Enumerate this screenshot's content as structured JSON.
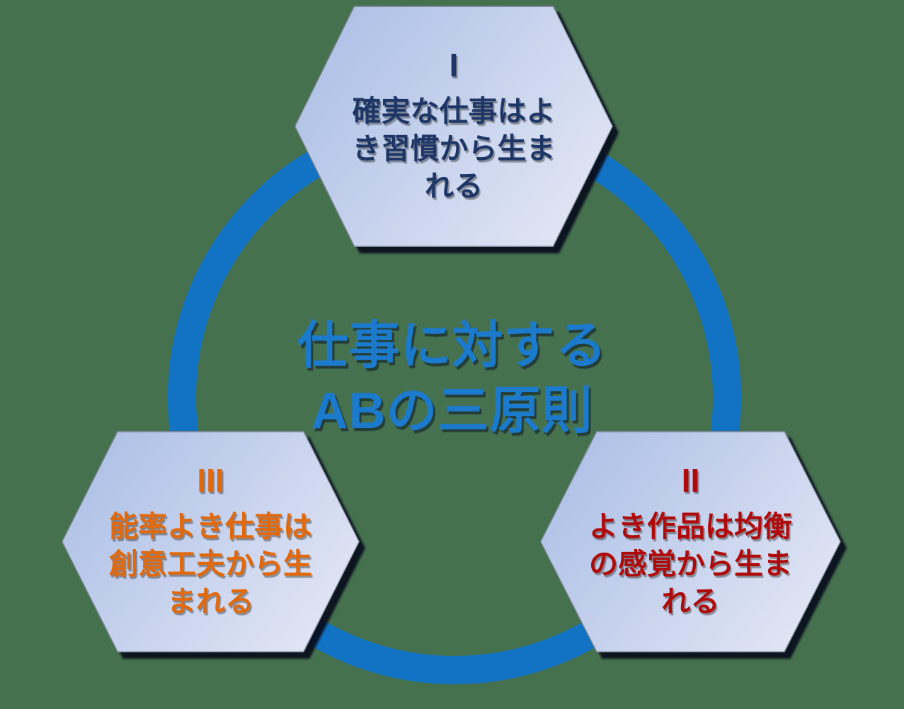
{
  "colors": {
    "background": "#46714F",
    "ring": "#1273C4",
    "title": "#1B7ACB",
    "hexagon_fill_top": "#A8BDE5",
    "hexagon_fill_bottom": "#E7EAF6",
    "hexagon_outline": "#7D8896",
    "shadow": "rgba(8,15,28,0.95)"
  },
  "title": {
    "line1": "仕事に対する",
    "line2": "ABの三原則"
  },
  "hexagons": [
    {
      "position": "top",
      "numeral": "I",
      "lines": [
        "確実な仕事はよ",
        "き習慣から生ま",
        "れる"
      ],
      "text_color": "#1E3666"
    },
    {
      "position": "right",
      "numeral": "II",
      "lines": [
        "よき作品は均衡",
        "の感覚から生ま",
        "れる"
      ],
      "text_color": "#B00909"
    },
    {
      "position": "left",
      "numeral": "III",
      "lines": [
        "能率よき仕事は",
        "創意工夫から生",
        "まれる"
      ],
      "text_color": "#E2690B"
    }
  ]
}
